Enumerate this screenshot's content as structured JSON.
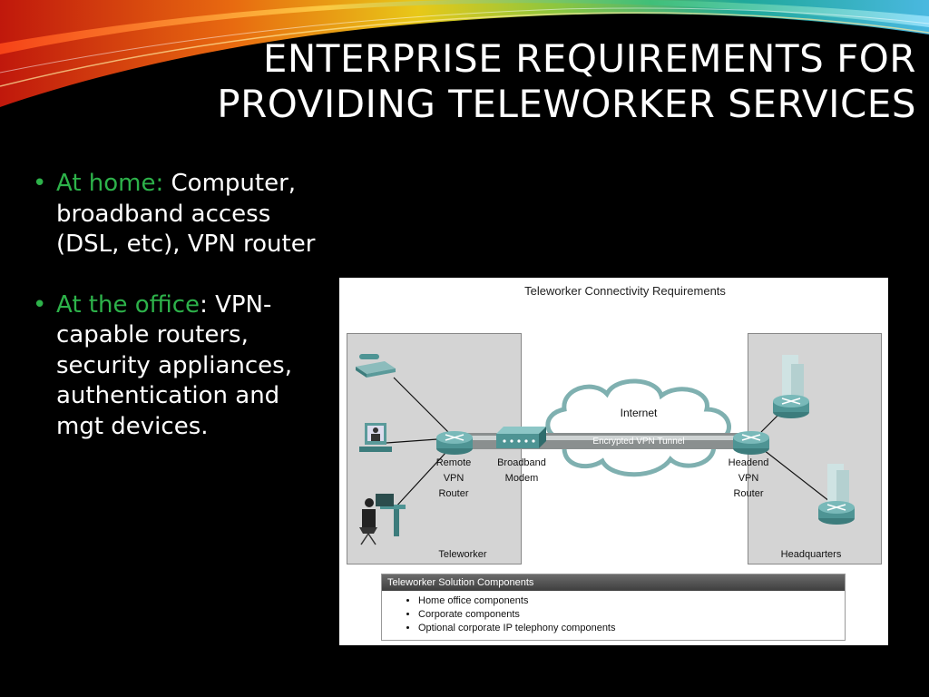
{
  "title": {
    "line1": "ENTERPRISE REQUIREMENTS FOR",
    "line2": "PROVIDING TELEWORKER SERVICES"
  },
  "bullets": [
    {
      "heading": "At home:",
      "text": "Computer, broadband access (DSL, etc), VPN router"
    },
    {
      "heading": "At the office",
      "text": ": VPN-capable routers, security appliances, authentication and mgt devices."
    }
  ],
  "figure": {
    "title": "Teleworker Connectivity Requirements",
    "teleworker_label": "Teleworker",
    "headquarters_label": "Headquarters",
    "internet_label": "Internet",
    "tunnel_label": "Encrypted VPN Tunnel",
    "remote_router": [
      "Remote",
      "VPN",
      "Router"
    ],
    "modem": [
      "Broadband",
      "Modem"
    ],
    "headend_router": [
      "Headend",
      "VPN",
      "Router"
    ],
    "legend_title": "Teleworker Solution Components",
    "legend_items": [
      "Home office components",
      "Corporate components",
      "Optional corporate IP telephony components"
    ]
  },
  "colors": {
    "accent_green": "#2db24a",
    "background": "#000000"
  }
}
